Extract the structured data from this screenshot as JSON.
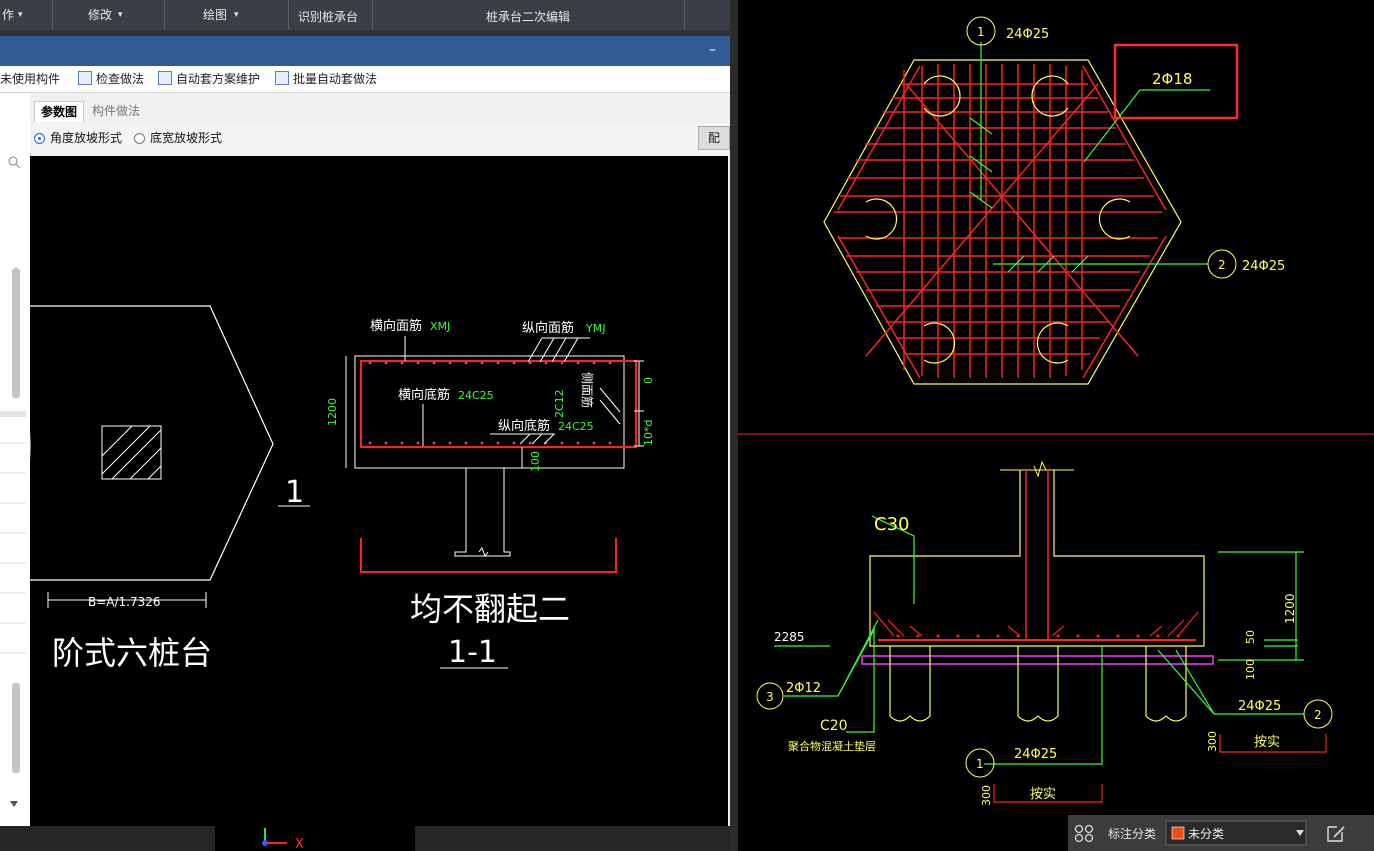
{
  "ribbon": {
    "item_edit": "作",
    "item_modify": "修改",
    "item_draw": "绘图",
    "item_recognize": "识别桩承台",
    "item_secondary": "桩承台二次编辑"
  },
  "toolbar": {
    "unused": "未使用构件",
    "check": "检查做法",
    "auto_scheme": "自动套方案维护",
    "batch_auto": "批量自动套做法"
  },
  "tabs": {
    "params": "参数图",
    "method": "构件做法"
  },
  "radios": {
    "angle": "角度放坡形式",
    "width": "底宽放坡形式",
    "config": "配"
  },
  "left_drawing": {
    "plan_title": "阶式六桩台",
    "width_formula": "B=A/1.7326",
    "section_mark": "1",
    "top_trans_label": "横向面筋",
    "top_trans_code": "XMJ",
    "top_long_label": "纵向面筋",
    "top_long_code": "YMJ",
    "bot_trans_label": "横向底筋",
    "bot_trans_value": "24C25",
    "bot_long_label": "纵向底筋",
    "bot_long_value": "24C25",
    "side_label": "侧面筋",
    "side_value": "2C12",
    "height_dim": "1200",
    "dim_zero": "0",
    "dim_10d": "10*d",
    "dim_100": "100",
    "note": "均不翻起二",
    "section_title": "1-1"
  },
  "right_drawing": {
    "tag_top": "1",
    "top_rebar": "24Φ25",
    "highlight_rebar": "2Φ18",
    "tag_right": "2",
    "right_rebar": "24Φ25",
    "concrete_grade": "C30",
    "dim_2285": "2285",
    "tag_3": "3",
    "side_rebar": "2Φ12",
    "c20": "C20",
    "pad_note": "聚合物混凝土垫层",
    "tag_1b": "1",
    "bot_rebar": "24Φ25",
    "compact_1": "按实",
    "dim_300a": "300",
    "rebar_2b": "24Φ25",
    "tag_2b": "2",
    "compact_2": "按实",
    "dim_300b": "300",
    "dim_1200": "1200",
    "dim_50": "50",
    "dim_100": "100"
  },
  "legend": {
    "label": "标注分类",
    "selected": "未分类",
    "swatch_color": "#e8501a"
  },
  "axis": {
    "x_label": "X"
  },
  "colors": {
    "accent_blue": "#2f5c95",
    "rebar_red": "#ff2020",
    "outline_yellow": "#ffff55",
    "annot_green": "#33ff33",
    "highlight": "#ff2a2a"
  }
}
